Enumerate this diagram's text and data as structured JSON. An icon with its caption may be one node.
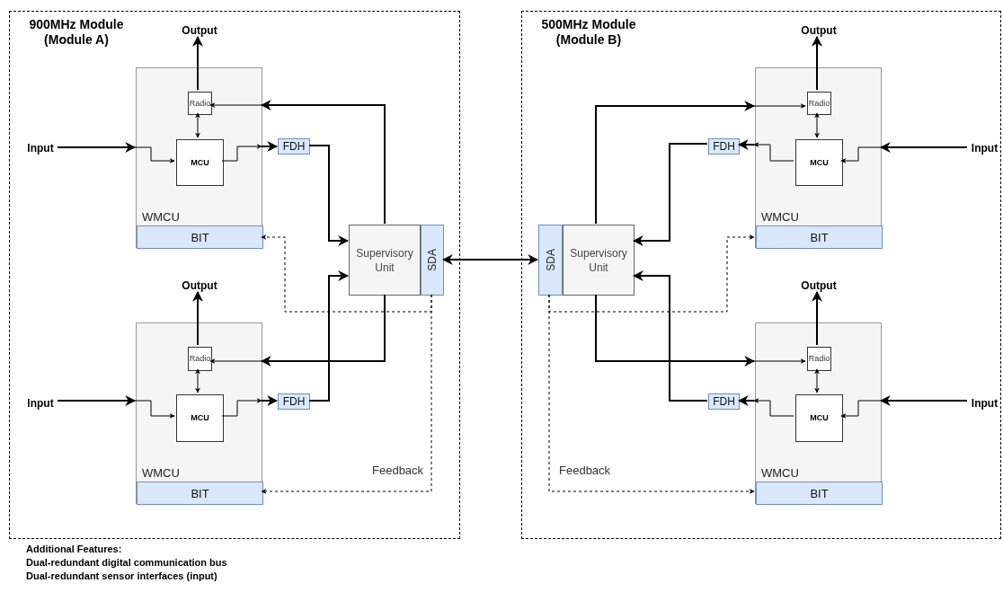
{
  "diagram": {
    "nodes": [
      {
        "text": [
          "900MHz Module (Module A)"
        ]
      },
      {
        "text": [
          "500MHz Module (Module B)"
        ]
      },
      {
        "text": [
          "WMCU"
        ],
        "in": 0
      },
      {
        "text": [
          "Radio"
        ],
        "in": 2
      },
      {
        "text": [
          "MCU"
        ],
        "in": 2
      },
      {
        "text": [
          "BIT"
        ],
        "in": 2
      },
      {
        "text": [
          "FDH"
        ],
        "in": 0
      },
      {
        "text": [
          "Input"
        ],
        "in": 0
      },
      {
        "text": [
          "Output"
        ],
        "in": 0
      },
      {
        "text": [
          "WMCU"
        ],
        "in": 0
      },
      {
        "text": [
          "Radio"
        ],
        "in": 9
      },
      {
        "text": [
          "MCU"
        ],
        "in": 9
      },
      {
        "text": [
          "BIT"
        ],
        "in": 9
      },
      {
        "text": [
          "FDH"
        ],
        "in": 0
      },
      {
        "text": [
          "Input"
        ],
        "in": 0
      },
      {
        "text": [
          "Output"
        ],
        "in": 0
      },
      {
        "text": [
          "Supervisory Unit"
        ],
        "in": 0
      },
      {
        "text": [
          "SDA"
        ],
        "in": 0
      },
      {
        "text": [
          "Supervisory Unit"
        ],
        "in": 1
      },
      {
        "text": [
          "SDA"
        ],
        "in": 1
      },
      {
        "text": [
          "WMCU"
        ],
        "in": 1
      },
      {
        "text": [
          "Radio"
        ],
        "in": 20
      },
      {
        "text": [
          "MCU"
        ],
        "in": 20
      },
      {
        "text": [
          "BIT"
        ],
        "in": 20
      },
      {
        "text": [
          "FDH"
        ],
        "in": 1
      },
      {
        "text": [
          "Input"
        ],
        "in": 1
      },
      {
        "text": [
          "Output"
        ],
        "in": 1
      },
      {
        "text": [
          "WMCU"
        ],
        "in": 1
      },
      {
        "text": [
          "Radio"
        ],
        "in": 27
      },
      {
        "text": [
          "MCU"
        ],
        "in": 27
      },
      {
        "text": [
          "BIT"
        ],
        "in": 27
      },
      {
        "text": [
          "FDH"
        ],
        "in": 1
      },
      {
        "text": [
          "Input"
        ],
        "in": 1
      },
      {
        "text": [
          "Output"
        ],
        "in": 1
      }
    ],
    "edges": [
      {
        "from": 7,
        "to": 2,
        "arrow": "to"
      },
      {
        "from": 2,
        "to": 4,
        "arrow": "to"
      },
      {
        "from": 4,
        "to": 2,
        "arrow": "to"
      },
      {
        "from": 2,
        "to": 6,
        "arrow": "to"
      },
      {
        "from": 3,
        "to": 4,
        "arrow": "both"
      },
      {
        "from": 3,
        "to": 8,
        "arrow": "to"
      },
      {
        "from": 6,
        "to": 16,
        "arrow": "to"
      },
      {
        "from": 16,
        "to": 2,
        "arrow": "to"
      },
      {
        "from": 2,
        "to": 3,
        "arrow": "to"
      },
      {
        "from": 14,
        "to": 9,
        "arrow": "to"
      },
      {
        "from": 9,
        "to": 11,
        "arrow": "to"
      },
      {
        "from": 11,
        "to": 9,
        "arrow": "to"
      },
      {
        "from": 9,
        "to": 13,
        "arrow": "to"
      },
      {
        "from": 10,
        "to": 11,
        "arrow": "both"
      },
      {
        "from": 10,
        "to": 15,
        "arrow": "to"
      },
      {
        "from": 13,
        "to": 16,
        "arrow": "to"
      },
      {
        "from": 16,
        "to": 9,
        "arrow": "to"
      },
      {
        "from": 9,
        "to": 10,
        "arrow": "to"
      },
      {
        "from": 17,
        "to": 5,
        "arrow": "to",
        "style": "dashed"
      },
      {
        "from": 17,
        "to": 12,
        "arrow": "to",
        "style": "dashed"
      },
      {
        "from": 17,
        "to": 19,
        "arrow": "both"
      },
      {
        "from": 25,
        "to": 20,
        "arrow": "to"
      },
      {
        "from": 20,
        "to": 22,
        "arrow": "to"
      },
      {
        "from": 22,
        "to": 20,
        "arrow": "to"
      },
      {
        "from": 20,
        "to": 24,
        "arrow": "to"
      },
      {
        "from": 21,
        "to": 22,
        "arrow": "both"
      },
      {
        "from": 21,
        "to": 26,
        "arrow": "to"
      },
      {
        "from": 24,
        "to": 18,
        "arrow": "to"
      },
      {
        "from": 18,
        "to": 20,
        "arrow": "to"
      },
      {
        "from": 20,
        "to": 21,
        "arrow": "to"
      },
      {
        "from": 32,
        "to": 27,
        "arrow": "to"
      },
      {
        "from": 27,
        "to": 29,
        "arrow": "to"
      },
      {
        "from": 29,
        "to": 27,
        "arrow": "to"
      },
      {
        "from": 27,
        "to": 31,
        "arrow": "to"
      },
      {
        "from": 28,
        "to": 29,
        "arrow": "both"
      },
      {
        "from": 28,
        "to": 33,
        "arrow": "to"
      },
      {
        "from": 31,
        "to": 18,
        "arrow": "to"
      },
      {
        "from": 18,
        "to": 27,
        "arrow": "to"
      },
      {
        "from": 27,
        "to": 28,
        "arrow": "to"
      },
      {
        "from": 19,
        "to": 23,
        "arrow": "to",
        "style": "dashed"
      },
      {
        "from": 19,
        "to": 30,
        "arrow": "to",
        "style": "dashed"
      }
    ],
    "labels": [
      "Feedback",
      "Feedback",
      "Additional Features:",
      "Dual-redundant digital communication bus",
      "Dual-redundant sensor interfaces (input)"
    ]
  }
}
